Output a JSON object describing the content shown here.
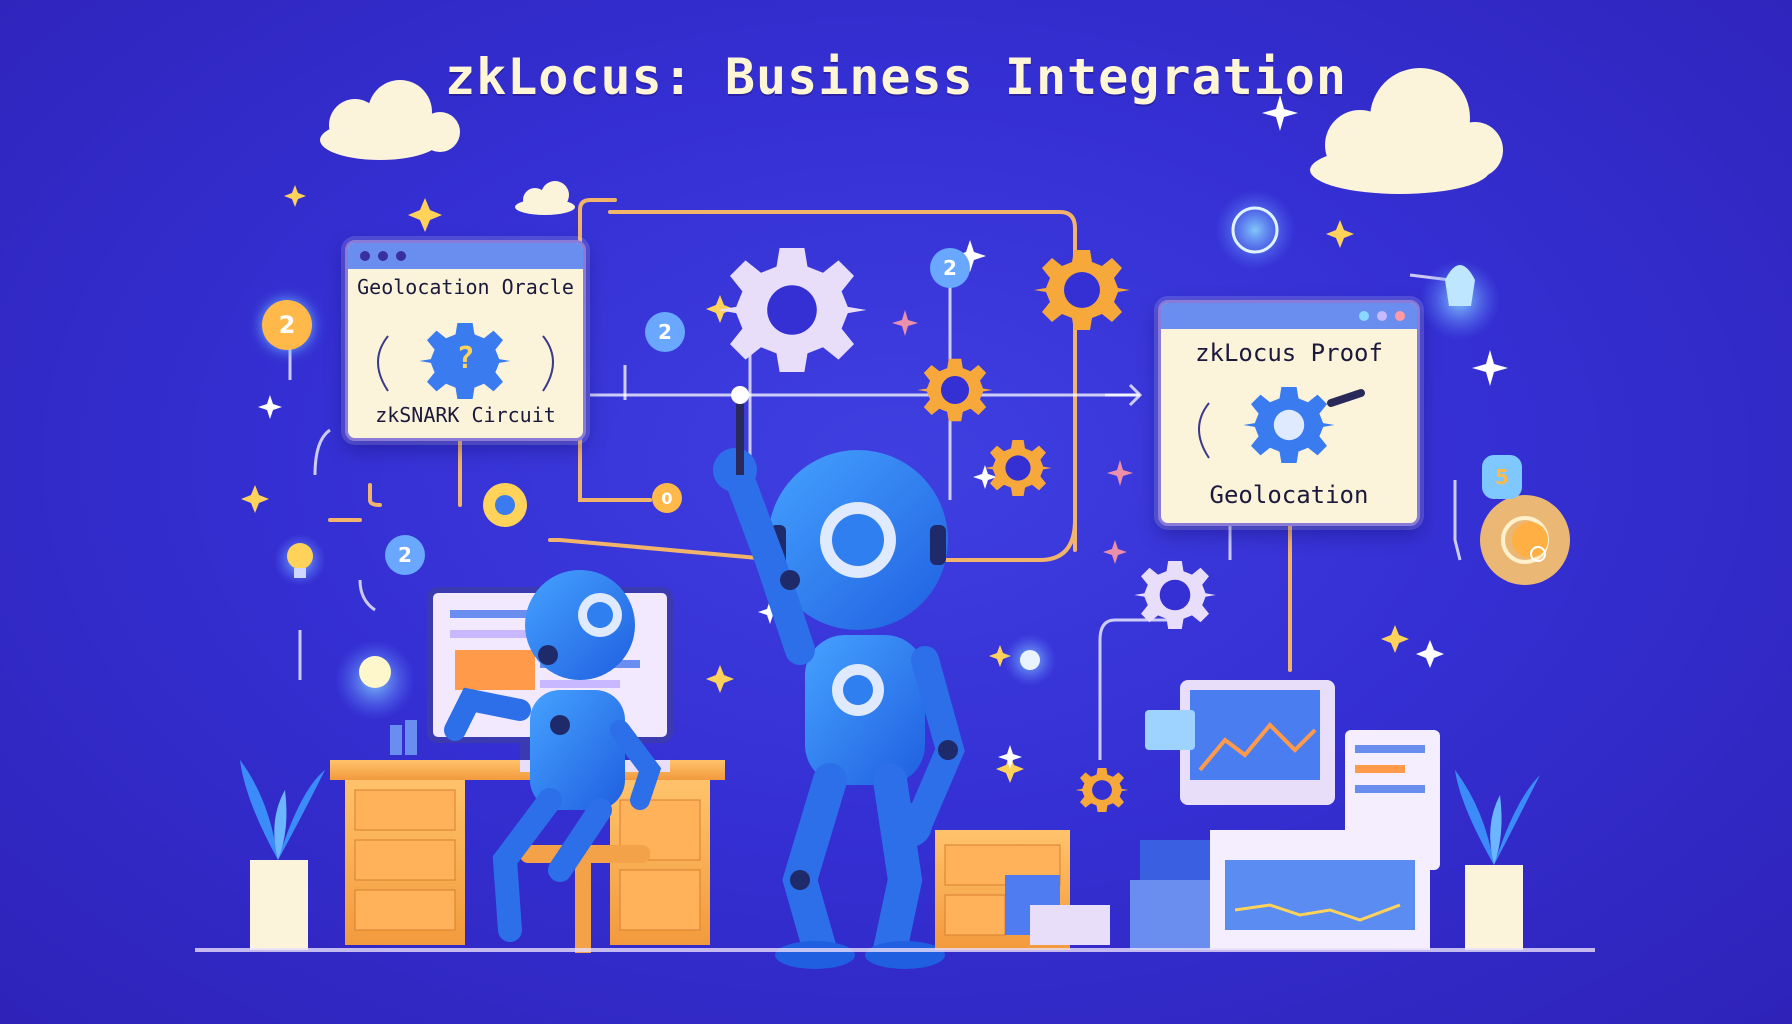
{
  "title": "zkLocus: Business Integration",
  "panels": {
    "oracle": {
      "top_label": "Geolocation Oracle",
      "bottom_label": "zkSNARK Circuit",
      "center_symbol": "?"
    },
    "proof": {
      "top_label": "zkLocus Proof",
      "bottom_label": "Geolocation"
    }
  },
  "badges": [
    "2",
    "2",
    "2",
    "2",
    "5",
    "0"
  ],
  "colors": {
    "background": "#3530d4",
    "panel": "#fbf3da",
    "robot_blue": "#2f7ff0",
    "gear_orange": "#f6a93a",
    "gear_lavender": "#e9defa",
    "accent_yellow": "#ffd25a"
  },
  "icons": [
    "gear-icon",
    "lightbulb-icon",
    "cloud-icon",
    "sparkle-icon",
    "robot-illustration",
    "desk-illustration",
    "chart-screen-icon",
    "plant-icon"
  ]
}
